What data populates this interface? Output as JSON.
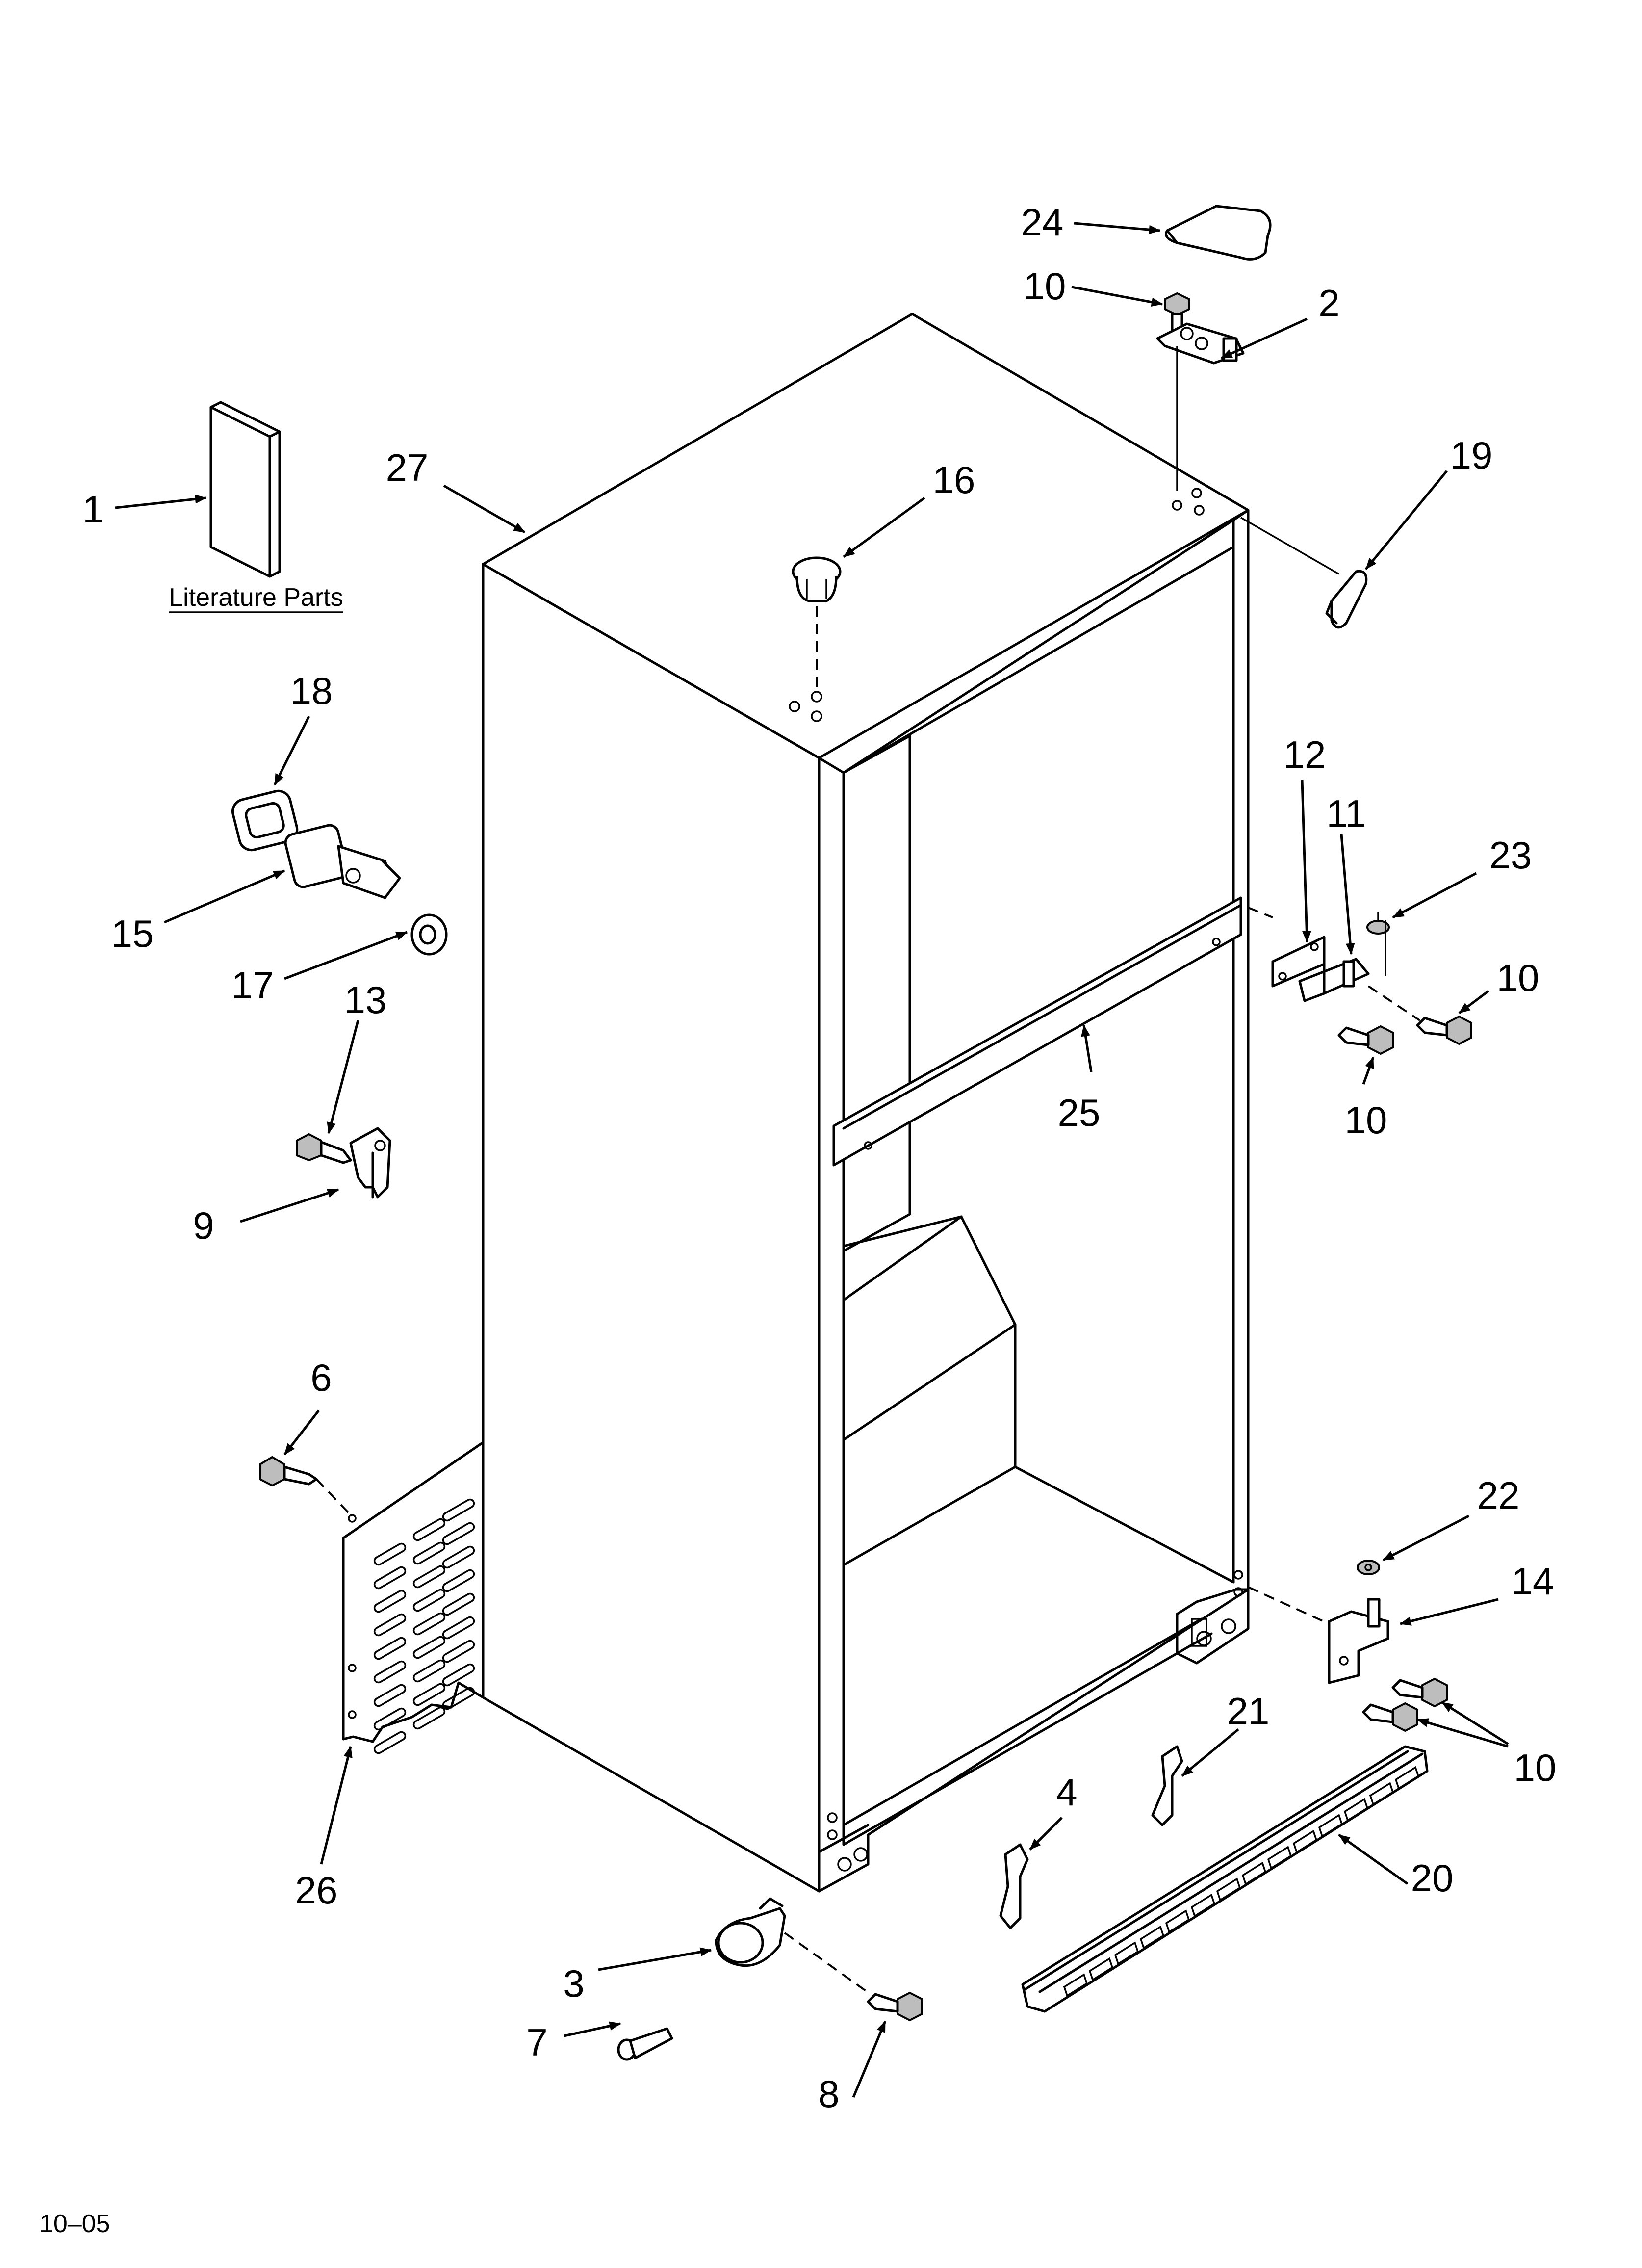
{
  "literature_caption": "Literature Parts",
  "revision": "10–05",
  "callouts": [
    {
      "id": "c1",
      "text": "1"
    },
    {
      "id": "c2",
      "text": "2"
    },
    {
      "id": "c3",
      "text": "3"
    },
    {
      "id": "c4",
      "text": "4"
    },
    {
      "id": "c6",
      "text": "6"
    },
    {
      "id": "c7",
      "text": "7"
    },
    {
      "id": "c8",
      "text": "8"
    },
    {
      "id": "c9",
      "text": "9"
    },
    {
      "id": "c10a",
      "text": "10"
    },
    {
      "id": "c10b",
      "text": "10"
    },
    {
      "id": "c10c",
      "text": "10"
    },
    {
      "id": "c10d",
      "text": "10"
    },
    {
      "id": "c11",
      "text": "11"
    },
    {
      "id": "c12",
      "text": "12"
    },
    {
      "id": "c13",
      "text": "13"
    },
    {
      "id": "c14",
      "text": "14"
    },
    {
      "id": "c15",
      "text": "15"
    },
    {
      "id": "c16",
      "text": "16"
    },
    {
      "id": "c17",
      "text": "17"
    },
    {
      "id": "c18",
      "text": "18"
    },
    {
      "id": "c19",
      "text": "19"
    },
    {
      "id": "c20",
      "text": "20"
    },
    {
      "id": "c21",
      "text": "21"
    },
    {
      "id": "c22",
      "text": "22"
    },
    {
      "id": "c23",
      "text": "23"
    },
    {
      "id": "c24",
      "text": "24"
    },
    {
      "id": "c25",
      "text": "25"
    },
    {
      "id": "c26",
      "text": "26"
    },
    {
      "id": "c27",
      "text": "27"
    }
  ]
}
